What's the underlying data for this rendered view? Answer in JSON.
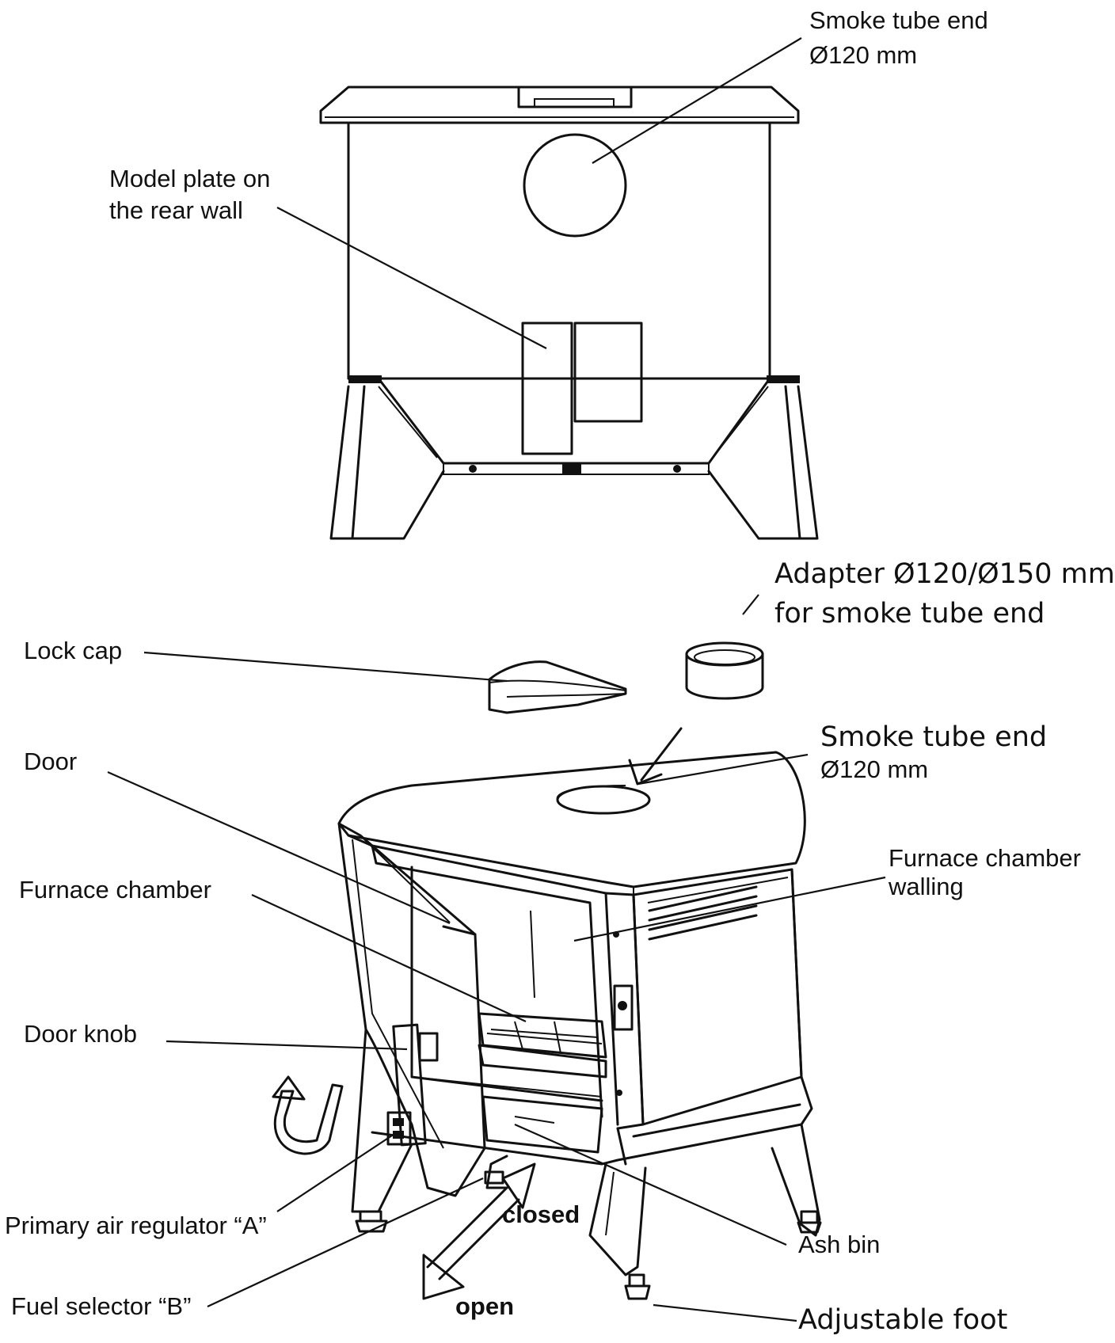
{
  "labels": {
    "smoke_tube_top_1": "Smoke tube end",
    "smoke_tube_top_2": "Ø120 mm",
    "model_plate_1": "Model plate on",
    "model_plate_2": "the rear wall",
    "adapter_1": "Adapter Ø120/Ø150 mm",
    "adapter_2": "for smoke tube end",
    "lock_cap": "Lock cap",
    "smoke_tube_front_1": "Smoke tube end",
    "smoke_tube_front_2": "Ø120 mm",
    "door": "Door",
    "furnace_walling_1": "Furnace chamber",
    "furnace_walling_2": "walling",
    "furnace_chamber": "Furnace chamber",
    "door_knob": "Door knob",
    "primary_air": "Primary air regulator “A”",
    "closed": "closed",
    "ash_bin": "Ash bin",
    "fuel_selector": "Fuel selector “B”",
    "open": "open",
    "adjustable_foot": "Adjustable foot"
  }
}
